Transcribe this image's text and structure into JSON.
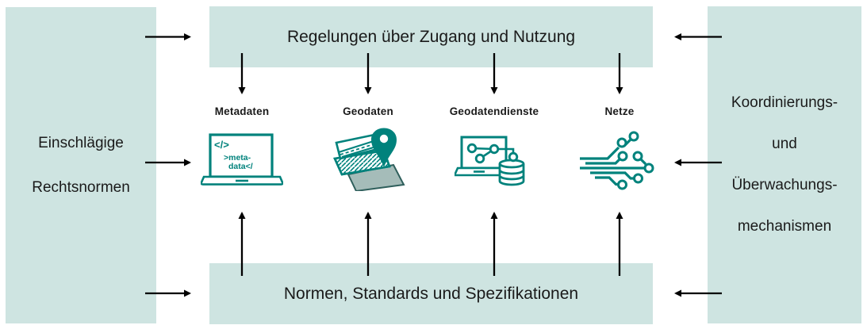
{
  "diagram": {
    "top_bar": "Regelungen über Zugang und Nutzung",
    "bottom_bar": "Normen, Standards und Spezifikationen",
    "left_panel_lines": [
      "Einschlägige",
      "Rechtsnormen"
    ],
    "right_panel_lines": [
      "Koordinierungs-",
      "und",
      "Überwachungs-",
      "mechanismen"
    ]
  },
  "columns": [
    {
      "label": "Metadaten",
      "icon": "laptop-metadata-code-icon"
    },
    {
      "label": "Geodaten",
      "icon": "map-layers-pin-icon"
    },
    {
      "label": "Geodatendienste",
      "icon": "laptop-network-database-icon"
    },
    {
      "label": "Netze",
      "icon": "circuit-traces-icon"
    }
  ],
  "metadaten_screen_text": {
    "code_symbol": "</>",
    "line1": ">meta-",
    "line2": "data</"
  },
  "colors": {
    "panel_bg": "#cee4e1",
    "icon_teal": "#00827c",
    "map_layer_fill": "#a5bcb9",
    "arrow": "#000000",
    "text": "#1a1a1a"
  }
}
